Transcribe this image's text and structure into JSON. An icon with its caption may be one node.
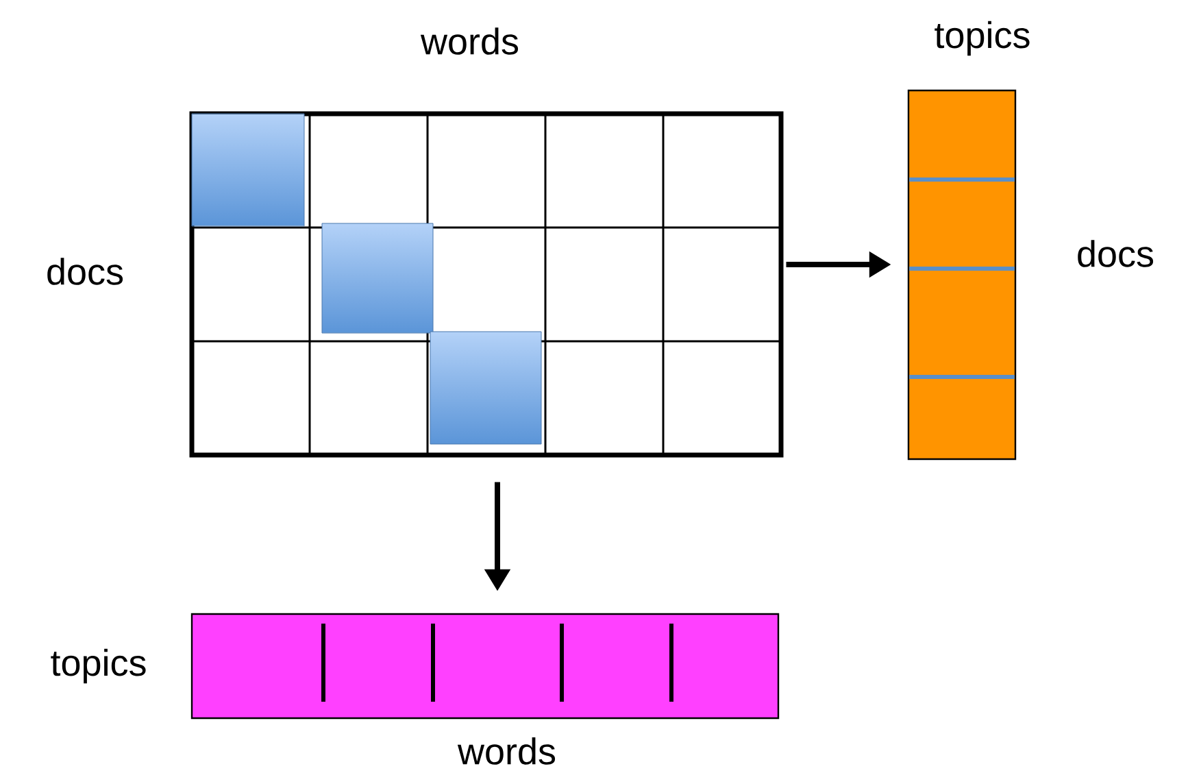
{
  "diagram": {
    "nodes": [
      {
        "text": [],
        "shape": "box",
        "beside": [
          "words",
          "docs"
        ]
      },
      {
        "text": [],
        "shape": "bar",
        "beside": [
          "topics",
          "docs"
        ]
      },
      {
        "text": [],
        "shape": "bar",
        "beside": [
          "topics",
          "words"
        ]
      }
    ],
    "edges": [
      {
        "from": 0,
        "to": 1,
        "arrow": "to"
      },
      {
        "from": 0,
        "to": 2,
        "arrow": "to"
      }
    ]
  }
}
